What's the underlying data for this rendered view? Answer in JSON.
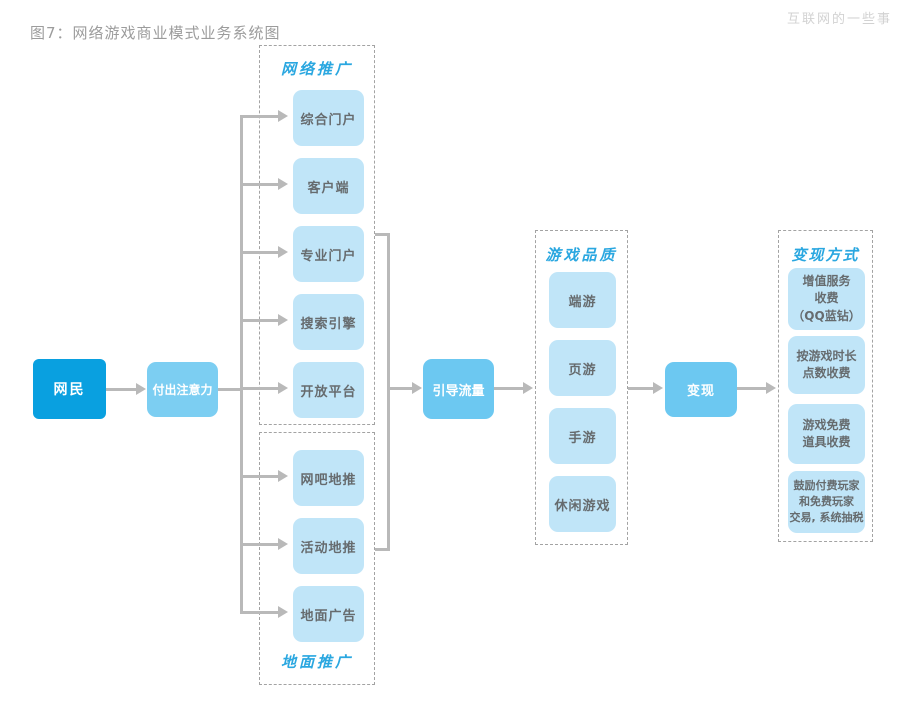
{
  "title": "图7：网络游戏商业模式业务系统图",
  "watermark": "互联网的一些事",
  "nodes": {
    "netizen": "网民",
    "attention": "付出注意力",
    "guide": "引导流量",
    "monetize": "变现"
  },
  "groups": {
    "online_promo": {
      "label": "网络推广",
      "items": [
        "综合门户",
        "客户端",
        "专业门户",
        "搜索引擎",
        "开放平台"
      ]
    },
    "ground_promo": {
      "label": "地面推广",
      "items": [
        "网吧地推",
        "活动地推",
        "地面广告"
      ]
    },
    "game_quality": {
      "label": "游戏品质",
      "items": [
        "端游",
        "页游",
        "手游",
        "休闲游戏"
      ]
    },
    "cash_methods": {
      "label": "变现方式",
      "items": [
        "增值服务\n收费\n（QQ蓝钻）",
        "按游戏时长\n点数收费",
        "游戏免费\n道具收费",
        "鼓励付费玩家\n和免费玩家\n交易, 系统抽税"
      ]
    }
  },
  "colors": {
    "primary_node": "#09a0e0",
    "flow_node": "#6cc8f1",
    "attention_node": "#7ccef2",
    "item_box": "#c0e5f8",
    "group_label": "#2aa7e0",
    "connector": "#b9b9b9",
    "title_text": "#9c9c9c",
    "watermark_text": "#d2d2d2"
  }
}
